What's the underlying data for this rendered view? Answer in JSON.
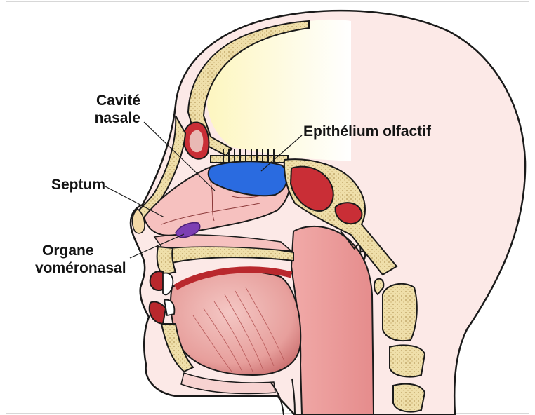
{
  "labels": {
    "cavite_line1": "Cavité",
    "cavite_line2": "nasale",
    "epithelium": "Epithélium olfactif",
    "septum": "Septum",
    "organe_line1": "Organe",
    "organe_line2": "voméronasal"
  },
  "colors": {
    "outline": "#1a1a1a",
    "skin": "#fbe7e5",
    "brain_yellow": "#fdf7c8",
    "bone": "#efdfaa",
    "bone_dots": "#b79a5a",
    "tissue_pink": "#f2b3b3",
    "tissue_deep": "#e48f8f",
    "muscle_dark": "#b9282d",
    "olfactory_blue": "#2a6be0",
    "vomeronasal_purple": "#7d3fb3"
  }
}
